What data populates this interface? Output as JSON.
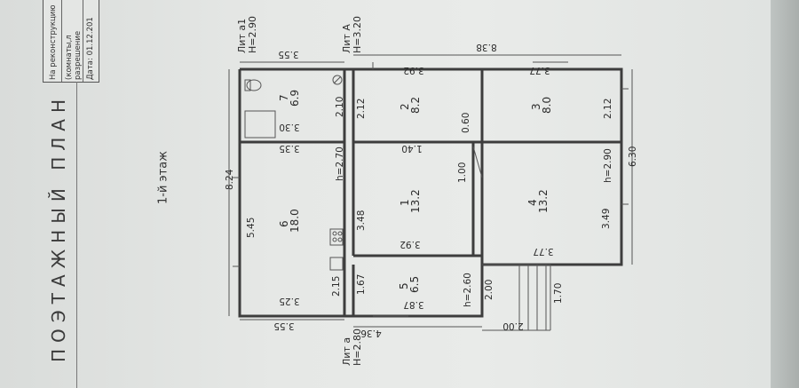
{
  "stamp": {
    "line1": "На реконструкцию",
    "line2": "(комнаты,л",
    "line3": "разрешение",
    "line4": "Дата: 01.12.201"
  },
  "title": "ПОЭТАЖНЫЙ ПЛАН",
  "floor_label": "1-й этаж",
  "extensions": {
    "lit_a1": "Лит а1",
    "lit_a1_h": "H=2.90",
    "lit_A": "Лит А",
    "lit_A_h": "H=3.20",
    "lit_a": "Лит а",
    "lit_a_h": "H=2.80"
  },
  "rooms": [
    {
      "num": "1",
      "area": "13.2"
    },
    {
      "num": "2",
      "area": "8.2"
    },
    {
      "num": "3",
      "area": "8.0"
    },
    {
      "num": "4",
      "area": "13.2"
    },
    {
      "num": "5",
      "area": "6.5"
    },
    {
      "num": "6",
      "area": "18.0"
    },
    {
      "num": "7",
      "area": "6.9"
    }
  ],
  "dims": {
    "top_a1": "3.55",
    "top_main": "8.38",
    "left_total": "8.24",
    "bottom_a": "3.55",
    "bottom_lit": "4.36",
    "right_total": "6.30",
    "porch_w": "2.00",
    "porch_h": "1.70",
    "r7_w": "3.30",
    "r7_h": "2.10",
    "r6_wt": "3.35",
    "r6_wb": "3.25",
    "r6_h": "5.45",
    "r2_w": "3.92",
    "r2_h": "2.12",
    "r3_w": "3.77",
    "r3_h": "2.12",
    "r1_h": "3.48",
    "r1_w": "3.92",
    "r1_door": "1.40",
    "r1_side": "1.00",
    "r4_h": "3.49",
    "r4_w": "3.77",
    "r5_h": "1.67",
    "r5_w": "3.87",
    "r5_side": "2.00",
    "r5_wall": "2.15",
    "hall": "0.60",
    "h_r6": "h=2.70",
    "h_r4": "h=2.90",
    "h_r5": "h=2.60"
  }
}
